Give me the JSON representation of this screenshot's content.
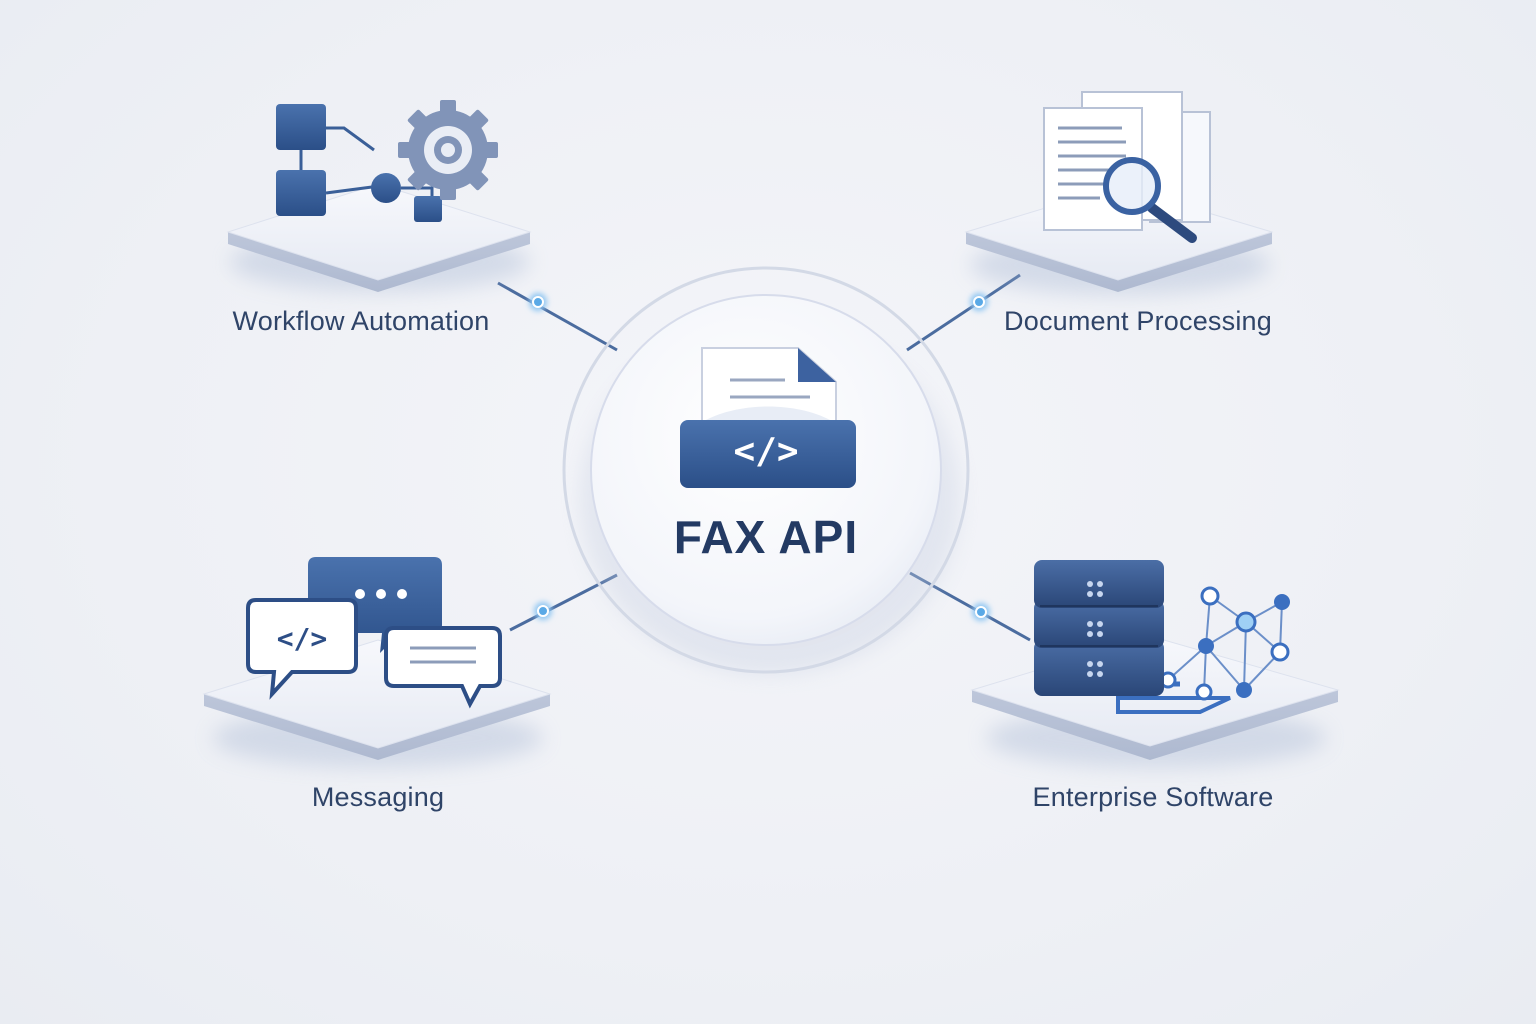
{
  "hub": {
    "title": "FAX API",
    "icon": "fax-code-document-icon"
  },
  "nodes": [
    {
      "id": "workflow",
      "label": "Workflow Automation",
      "icon": "workflow-gear-icon"
    },
    {
      "id": "document",
      "label": "Document Processing",
      "icon": "document-search-icon"
    },
    {
      "id": "messaging",
      "label": "Messaging",
      "icon": "chat-bubbles-icon"
    },
    {
      "id": "enterprise",
      "label": "Enterprise Software",
      "icon": "server-network-icon"
    }
  ],
  "colors": {
    "primary": "#2f5590",
    "dark": "#233a63",
    "accent": "#5aa9e6",
    "platform": "#eef1f7",
    "background": "#eef0f5"
  }
}
